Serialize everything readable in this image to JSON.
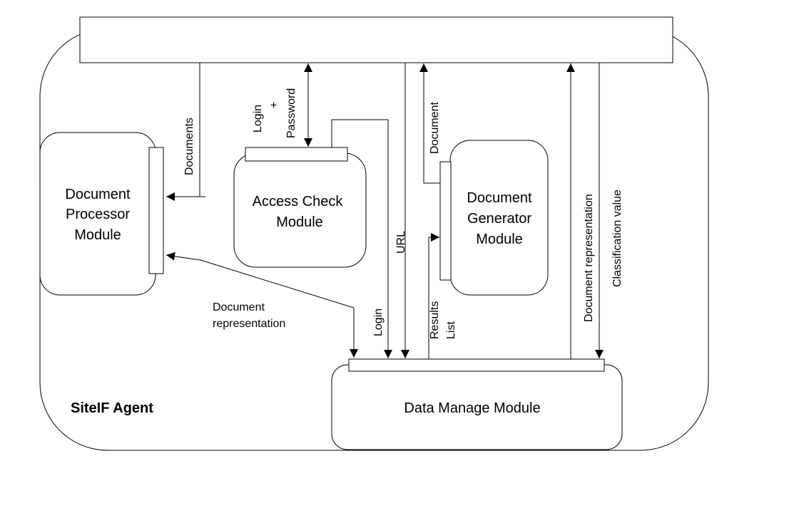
{
  "agent": {
    "label": "SiteIF Agent"
  },
  "modules": {
    "document_processor": {
      "lines": [
        "Document",
        "Processor",
        "Module"
      ]
    },
    "access_check": {
      "lines": [
        "Access Check",
        "Module"
      ]
    },
    "document_generator": {
      "lines": [
        "Document",
        "Generator",
        "Module"
      ]
    },
    "data_manage": {
      "label": "Data Manage Module"
    }
  },
  "flows": {
    "documents": "Documents",
    "login_password": [
      "Login",
      "+",
      "Password"
    ],
    "document": "Document",
    "document_representation_upper": "Document representation",
    "classification_value": "Classification value",
    "url": "URL",
    "login": "Login",
    "results_list": [
      "Results",
      "List"
    ],
    "document_representation_lower": [
      "Document",
      "representation"
    ]
  },
  "colors": {
    "stroke": "#000000",
    "background": "#ffffff"
  }
}
